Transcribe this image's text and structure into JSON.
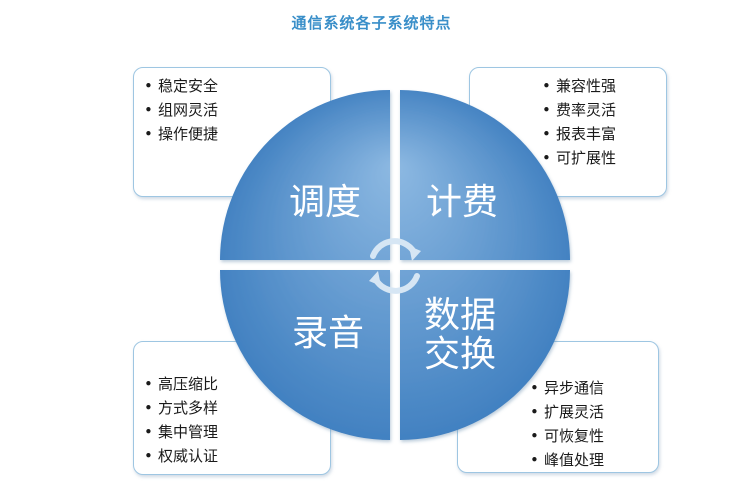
{
  "title": "通信系统各子系统特点",
  "quadrants": {
    "top_left": {
      "label": "调度",
      "items": [
        "稳定安全",
        "组网灵活",
        "操作便捷"
      ]
    },
    "top_right": {
      "label": "计费",
      "items": [
        "兼容性强",
        "费率灵活",
        "报表丰富",
        "可扩展性"
      ]
    },
    "bottom_left": {
      "label": "录音",
      "items": [
        "高压缩比",
        "方式多样",
        "集中管理",
        "权威认证"
      ]
    },
    "bottom_right": {
      "label_line1": "数据",
      "label_line2": "交换",
      "items": [
        "异步通信",
        "扩展灵活",
        "可恢复性",
        "峰值处理"
      ]
    }
  },
  "colors": {
    "accent": "#3a8fc9",
    "quadrant_light": "#8db9e2",
    "quadrant_dark": "#3f7fc0",
    "box_border": "#9ec6e2"
  },
  "icons": {
    "center": "cycle-arrows-icon"
  }
}
